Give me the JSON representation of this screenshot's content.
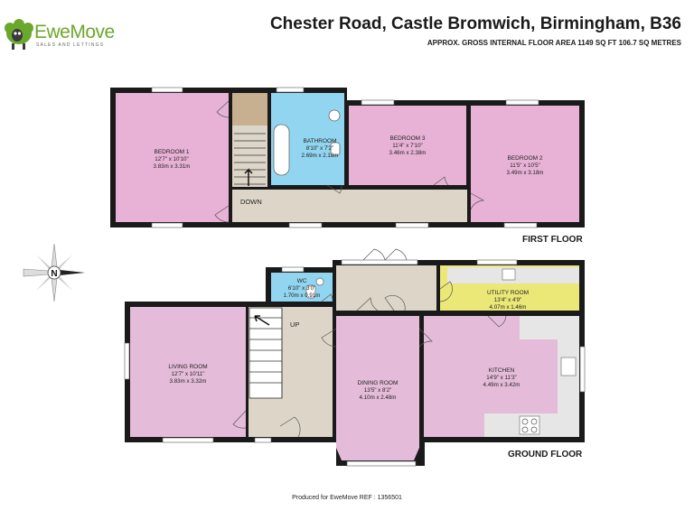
{
  "brand": {
    "name": "EweMove",
    "tagline": "SALES AND LETTINGS",
    "color": "#6aa82c",
    "icon": "sheep-logo-icon"
  },
  "header": {
    "title": "Chester Road, Castle Bromwich, Birmingham, B36",
    "subtitle": "APPROX. GROSS INTERNAL FLOOR AREA 1149 SQ FT 106.7 SQ METRES"
  },
  "compass": {
    "letter": "N",
    "icon": "compass-icon"
  },
  "floors": {
    "first": {
      "label": "FIRST FLOOR",
      "stairs_label": "DOWN",
      "rooms": {
        "bedroom1": {
          "name": "BEDROOM 1",
          "imperial": "12'7\" x 10'10\"",
          "metric": "3.83m x 3.31m",
          "color": "#e8b2d6"
        },
        "bathroom": {
          "name": "BATHROOM",
          "imperial": "8'10\" x 7'2\"",
          "metric": "2.69m x 2.18m",
          "color": "#92d5f0"
        },
        "bedroom3": {
          "name": "BEDROOM 3",
          "imperial": "11'4\" x 7'10\"",
          "metric": "3.46m x 2.38m",
          "color": "#e8b2d6"
        },
        "bedroom2": {
          "name": "BEDROOM 2",
          "imperial": "11'5\" x 10'5\"",
          "metric": "3.49m x 3.18m",
          "color": "#e8b2d6"
        }
      }
    },
    "ground": {
      "label": "GROUND FLOOR",
      "stairs_label": "UP",
      "rooms": {
        "wc": {
          "name": "WC",
          "imperial": "6'10\" x 3'0\"",
          "metric": "1.70m x 0.91m",
          "color": "#92d5f0"
        },
        "utility": {
          "name": "UTILITY ROOM",
          "imperial": "13'4\" x 4'9\"",
          "metric": "4.07m x 1.46m",
          "color": "#ebe877"
        },
        "living": {
          "name": "LIVING ROOM",
          "imperial": "12'7\" x 10'11\"",
          "metric": "3.83m x 3.32m",
          "color": "#e4bcd9"
        },
        "dining": {
          "name": "DINING ROOM",
          "imperial": "13'5\" x 8'2\"",
          "metric": "4.10m x 2.48m",
          "color": "#e4bcd9"
        },
        "kitchen": {
          "name": "KITCHEN",
          "imperial": "14'9\" x 11'3\"",
          "metric": "4.49m x 3.42m",
          "color": "#e4bcd9"
        }
      }
    }
  },
  "colors": {
    "hall": "#ddd6c8",
    "wall": "#1a1a1a",
    "stairs_landing": "#c7b08f",
    "counter": "#e6e6e6"
  },
  "footer": {
    "text": "Produced for EweMove   REF : 1356501"
  }
}
